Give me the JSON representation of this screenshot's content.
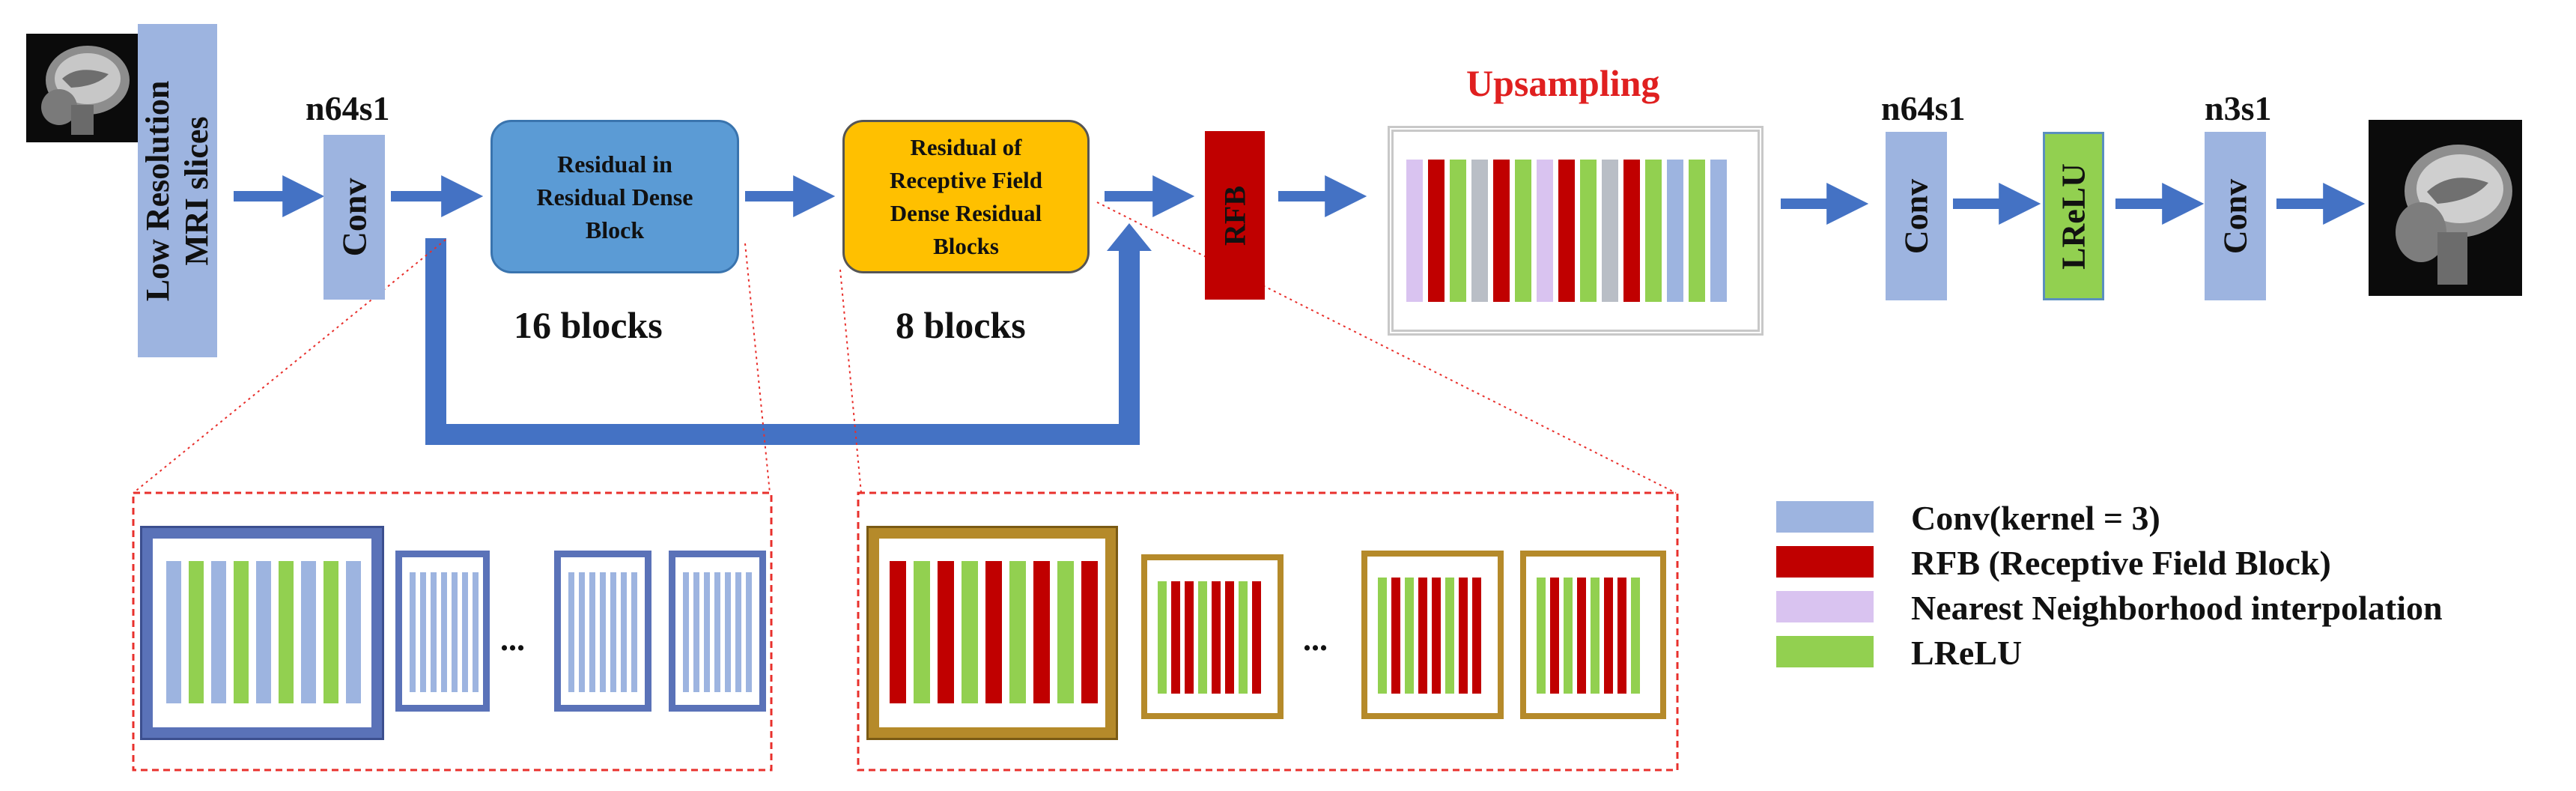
{
  "input": {
    "label_line1": "Low Resolution",
    "label_line2": "MRI slices"
  },
  "stages": {
    "conv1": {
      "label": "Conv",
      "top_label": "n64s1"
    },
    "rrdb": {
      "text": "Residual in Residual Dense Block",
      "count_label": "16 blocks"
    },
    "rfdrb": {
      "text": "Residual of Receptive Field Dense Residual Blocks",
      "count_label": "8 blocks"
    },
    "rfb": {
      "label": "RFB"
    },
    "upsampling": {
      "title": "Upsampling"
    },
    "conv2": {
      "label": "Conv",
      "top_label": "n64s1"
    },
    "lrelu": {
      "label": "LReLU"
    },
    "conv3": {
      "label": "Conv",
      "top_label": "n3s1"
    }
  },
  "ellipsis": "...",
  "legend": [
    {
      "label": "Conv(kernel = 3)",
      "color": "#9db4e0"
    },
    {
      "label": "RFB (Receptive Field Block)",
      "color": "#c00000"
    },
    {
      "label": "Nearest Neighborhood  interpolation",
      "color": "#d9c3f0"
    },
    {
      "label": "LReLU",
      "color": "#92d050"
    }
  ],
  "colors": {
    "conv": "#9db4e0",
    "rfb": "#c00000",
    "interp": "#d9c3f0",
    "lrelu": "#92d050",
    "gray": "#b9bec6",
    "arrow": "#4472c4",
    "rrdb_block": "#5b9bd5",
    "rfdrb_block": "#ffc000",
    "upsampling_title": "#e02020",
    "dashed": "#e8302c"
  }
}
